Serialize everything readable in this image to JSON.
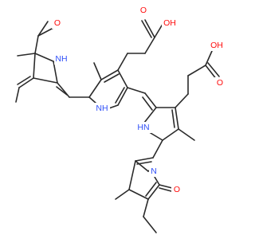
{
  "molecule": {
    "atom_colors": {
      "O": "#ff0d0d",
      "N": "#3050f8",
      "C": "#2a2a2a"
    },
    "labels": {
      "o_acid_top_oh": "OH",
      "o_acid_top_o": "O",
      "o_acid_right_oh": "OH",
      "o_acid_right_o": "O",
      "o_lactam_left": "O",
      "n_lactam_left": "NH",
      "n_pyrrole_b": "NH",
      "n_pyrrole_c": "HN",
      "n_ring_d": "N",
      "o_ring_d": "O"
    }
  }
}
